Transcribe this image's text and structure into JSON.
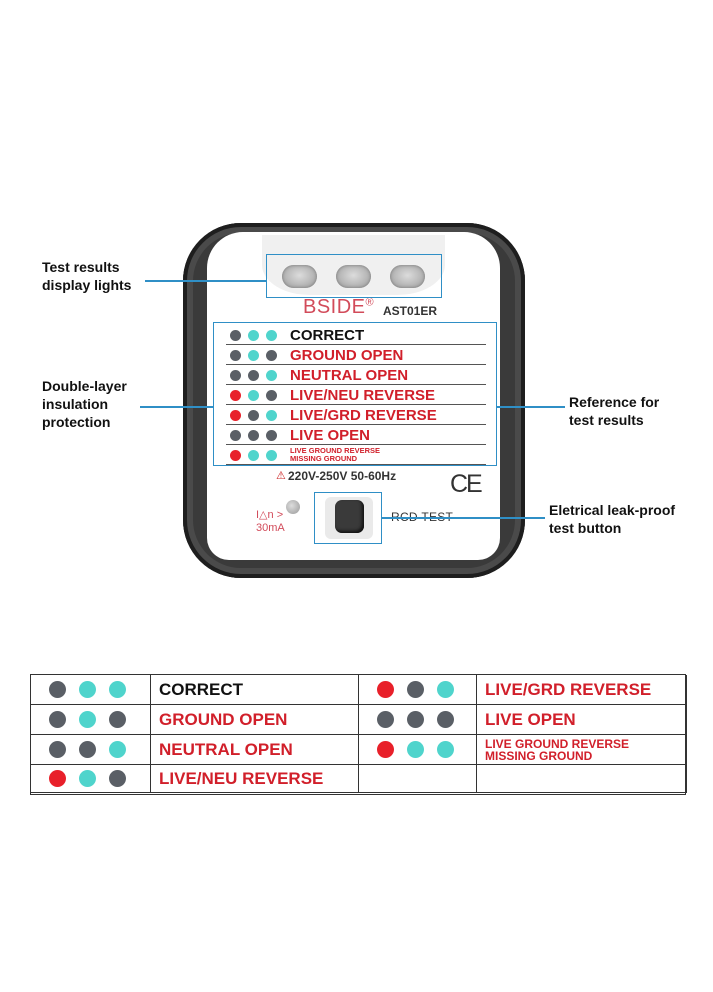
{
  "colors": {
    "gray": "#5a5f66",
    "cyan": "#4fd4cc",
    "red": "#e8202a",
    "label_red": "#d11f2a",
    "label_black": "#111111",
    "callout": "#2f8fc6"
  },
  "device": {
    "brand": "BSIDE",
    "brand_mark": "®",
    "model": "AST01ER",
    "voltage": "220V-250V 50-60Hz",
    "ce_mark": "CE",
    "rcd_rating_line1": "I△n >",
    "rcd_rating_line2": "30mA",
    "rcd_button_label": "RCD TEST",
    "rows": [
      {
        "label": "CORRECT",
        "color": "label_black",
        "dots": [
          "gray",
          "cyan",
          "cyan"
        ]
      },
      {
        "label": "GROUND OPEN",
        "color": "label_red",
        "dots": [
          "gray",
          "cyan",
          "gray"
        ]
      },
      {
        "label": "NEUTRAL OPEN",
        "color": "label_red",
        "dots": [
          "gray",
          "gray",
          "cyan"
        ]
      },
      {
        "label": "LIVE/NEU REVERSE",
        "color": "label_red",
        "dots": [
          "red",
          "cyan",
          "gray"
        ]
      },
      {
        "label": "LIVE/GRD REVERSE",
        "color": "label_red",
        "dots": [
          "red",
          "gray",
          "cyan"
        ]
      },
      {
        "label": "LIVE OPEN",
        "color": "label_red",
        "dots": [
          "gray",
          "gray",
          "gray"
        ]
      },
      {
        "label": "LIVE GROUND REVERSE\nMISSING GROUND",
        "color": "label_red",
        "dots": [
          "red",
          "cyan",
          "cyan"
        ],
        "small": true
      }
    ]
  },
  "callouts": {
    "display_lights": "Test results\ndisplay lights",
    "insulation": "Double-layer\ninsulation\nprotection",
    "reference": "Reference for\ntest results",
    "test_button": "Eletrical leak-proof\ntest button"
  },
  "legend": {
    "left": [
      {
        "label": "CORRECT",
        "color": "label_black",
        "dots": [
          "gray",
          "cyan",
          "cyan"
        ]
      },
      {
        "label": "GROUND OPEN",
        "color": "label_red",
        "dots": [
          "gray",
          "cyan",
          "gray"
        ]
      },
      {
        "label": "NEUTRAL OPEN",
        "color": "label_red",
        "dots": [
          "gray",
          "gray",
          "cyan"
        ]
      },
      {
        "label": "LIVE/NEU REVERSE",
        "color": "label_red",
        "dots": [
          "red",
          "cyan",
          "gray"
        ]
      }
    ],
    "right": [
      {
        "label": "LIVE/GRD REVERSE",
        "color": "label_red",
        "dots": [
          "red",
          "gray",
          "cyan"
        ]
      },
      {
        "label": "LIVE OPEN",
        "color": "label_red",
        "dots": [
          "gray",
          "gray",
          "gray"
        ]
      },
      {
        "label": "LIVE GROUND REVERSE\nMISSING GROUND",
        "color": "label_red",
        "dots": [
          "red",
          "cyan",
          "cyan"
        ],
        "small": true
      }
    ]
  }
}
